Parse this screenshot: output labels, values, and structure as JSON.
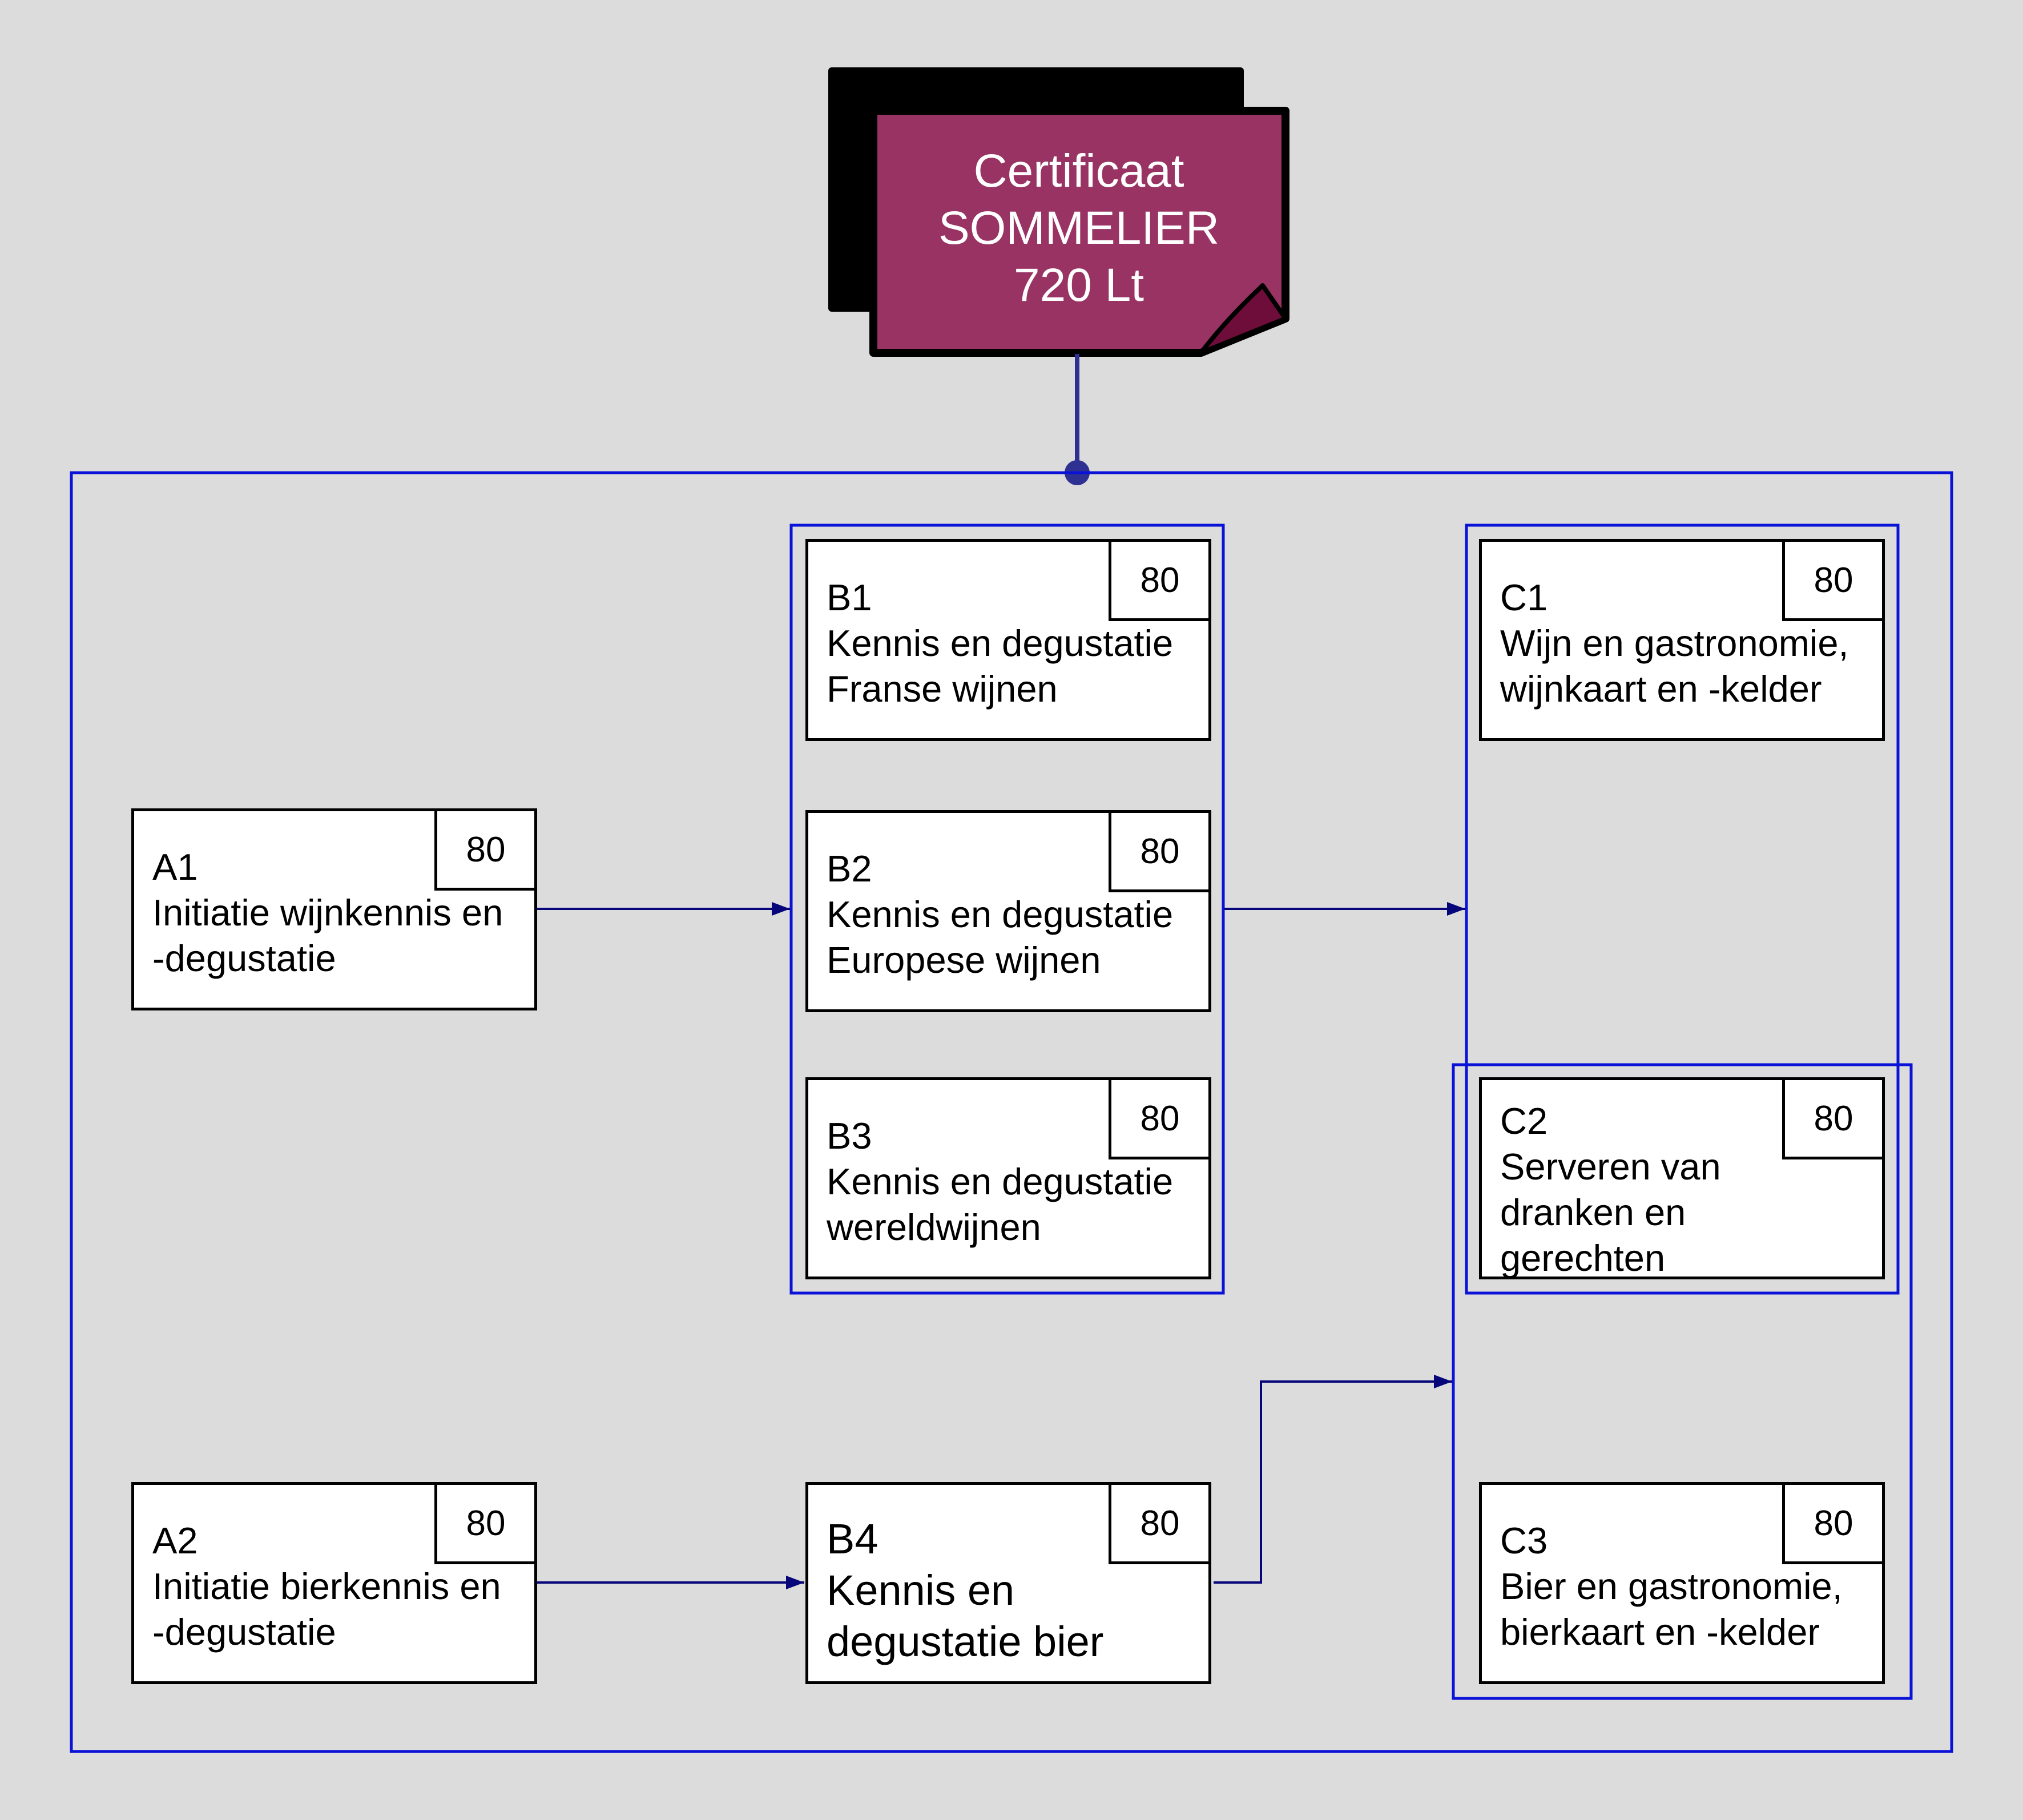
{
  "certificate": {
    "line1": "Certificaat",
    "line2": "SOMMELIER",
    "line3": "720 Lt"
  },
  "modules": [
    {
      "code": "A1",
      "title": "Initiatie wijnkennis en\n-degustatie",
      "hours": "80"
    },
    {
      "code": "A2",
      "title": "Initiatie bierkennis en\n-degustatie",
      "hours": "80"
    },
    {
      "code": "B1",
      "title": "Kennis en degustatie\nFranse wijnen",
      "hours": "80"
    },
    {
      "code": "B2",
      "title": "Kennis en degustatie\nEuropese wijnen",
      "hours": "80"
    },
    {
      "code": "B3",
      "title": "Kennis en degustatie\nwereldwijnen",
      "hours": "80"
    },
    {
      "code": "B4",
      "title": "Kennis en\ndegustatie bier",
      "hours": "80"
    },
    {
      "code": "C1",
      "title": "Wijn en gastronomie,\nwijnkaart en -kelder",
      "hours": "80"
    },
    {
      "code": "C2",
      "title": "Serveren van\ndranken en\ngerechten",
      "hours": "80"
    },
    {
      "code": "C3",
      "title": "Bier en gastronomie,\nbierkaart en -kelder",
      "hours": "80"
    }
  ],
  "colors": {
    "background": "#dcdcdc",
    "certificate_fill": "#983363",
    "certificate_shadow": "#000000",
    "certificate_fold": "#6e0c3a",
    "group_border": "#0b12d8",
    "arrow": "#06067a",
    "connector": "#2e3192"
  }
}
